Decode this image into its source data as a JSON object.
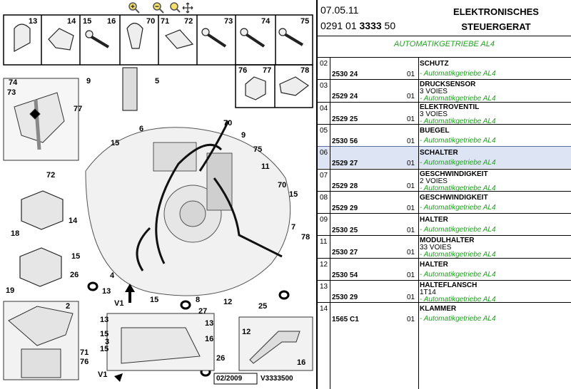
{
  "toolbar": {
    "zoom_in_icon": "zoom-in-icon",
    "zoom_out_icon": "zoom-out-icon",
    "pan_icon": "pan-icon"
  },
  "diagram": {
    "top_strip": [
      "13",
      "14",
      "15",
      "16",
      "70",
      "71",
      "72",
      "73",
      "74",
      "75"
    ],
    "top_strip_2": [
      "76",
      "77",
      "78"
    ],
    "callouts": [
      "74",
      "73",
      "9",
      "77",
      "72",
      "18",
      "19",
      "5",
      "6",
      "15",
      "70",
      "9",
      "75",
      "11",
      "70",
      "15",
      "14",
      "15",
      "7",
      "78",
      "26",
      "4",
      "13",
      "V1",
      "15",
      "8",
      "27",
      "12",
      "25",
      "2",
      "71",
      "76",
      "13",
      "15",
      "3",
      "15",
      "V1",
      "13",
      "16",
      "26",
      "12",
      "16"
    ],
    "footer_date": "02/2009",
    "footer_ref": "V3333500"
  },
  "header": {
    "date": "07.05.11",
    "code_prefix": "0291 01",
    "code_bold": "3333",
    "code_suffix": "50",
    "title_line1": "ELEKTRONISCHES",
    "title_line2": "STEUERGERAT",
    "subtitle": "AUTOMATIKGETRIEBE AL4"
  },
  "parts": [
    {
      "idx": "02",
      "ref": "2530 24",
      "qty": "01",
      "name": "SCHUTZ",
      "detail": "",
      "app": "- Automatikgetriebe AL4"
    },
    {
      "idx": "03",
      "ref": "2529 24",
      "qty": "01",
      "name": "DRUCKSENSOR",
      "detail": "3 VOIES",
      "app": "- Automatikgetriebe AL4"
    },
    {
      "idx": "04",
      "ref": "2529 25",
      "qty": "01",
      "name": "ELEKTROVENTIL",
      "detail": "3 VOIES",
      "app": "- Automatikgetriebe AL4"
    },
    {
      "idx": "05",
      "ref": "2530 56",
      "qty": "01",
      "name": "BUEGEL",
      "detail": "",
      "app": "- Automatikgetriebe AL4"
    },
    {
      "idx": "06",
      "ref": "2529 27",
      "qty": "01",
      "name": "SCHALTER",
      "detail": "",
      "app": "- Automatikgetriebe AL4"
    },
    {
      "idx": "07",
      "ref": "2529 28",
      "qty": "01",
      "name": "GESCHWINDIGKEIT",
      "detail": "2 VOIES",
      "app": "- Automatikgetriebe AL4"
    },
    {
      "idx": "08",
      "ref": "2529 29",
      "qty": "01",
      "name": "GESCHWINDIGKEIT",
      "detail": "",
      "app": "- Automatikgetriebe AL4"
    },
    {
      "idx": "09",
      "ref": "2530 25",
      "qty": "01",
      "name": "HALTER",
      "detail": "",
      "app": "- Automatikgetriebe AL4"
    },
    {
      "idx": "11",
      "ref": "2530 27",
      "qty": "01",
      "name": "MODULHALTER",
      "detail": "33 VOIES",
      "app": "- Automatikgetriebe AL4"
    },
    {
      "idx": "12",
      "ref": "2530 54",
      "qty": "01",
      "name": "HALTER",
      "detail": "",
      "app": "- Automatikgetriebe AL4"
    },
    {
      "idx": "13",
      "ref": "2530 29",
      "qty": "01",
      "name": "HALTEFLANSCH",
      "detail": "1T14",
      "app": "- Automatikgetriebe AL4"
    },
    {
      "idx": "14",
      "ref": "1565 C1",
      "qty": "01",
      "name": "KLAMMER",
      "detail": "",
      "app": "- Automatikgetriebe AL4"
    }
  ]
}
